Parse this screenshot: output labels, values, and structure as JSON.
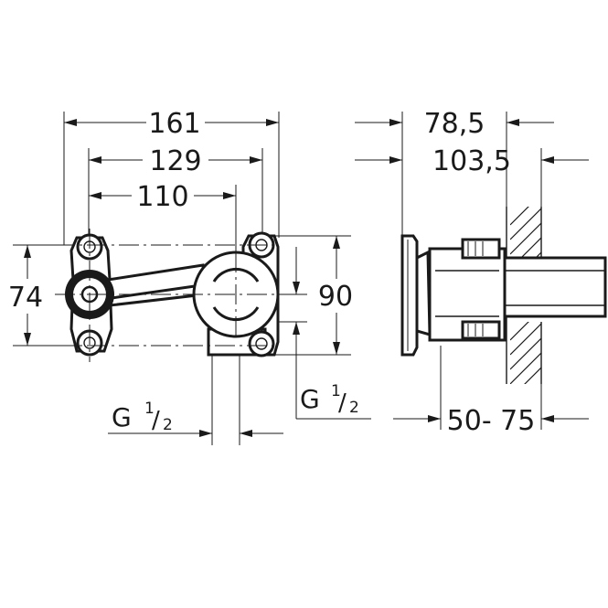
{
  "dimensions": {
    "overall_width": "161",
    "mount_spacing": "129",
    "outlet_offset": "110",
    "height_left": "74",
    "height_right": "90",
    "depth_front": "78,5",
    "depth_total": "103,5",
    "wall_range": "50- 75"
  },
  "connections": {
    "left": {
      "prefix": "G",
      "num": "1",
      "den": "2"
    },
    "right": {
      "prefix": "G",
      "num": "1",
      "den": "2"
    }
  }
}
